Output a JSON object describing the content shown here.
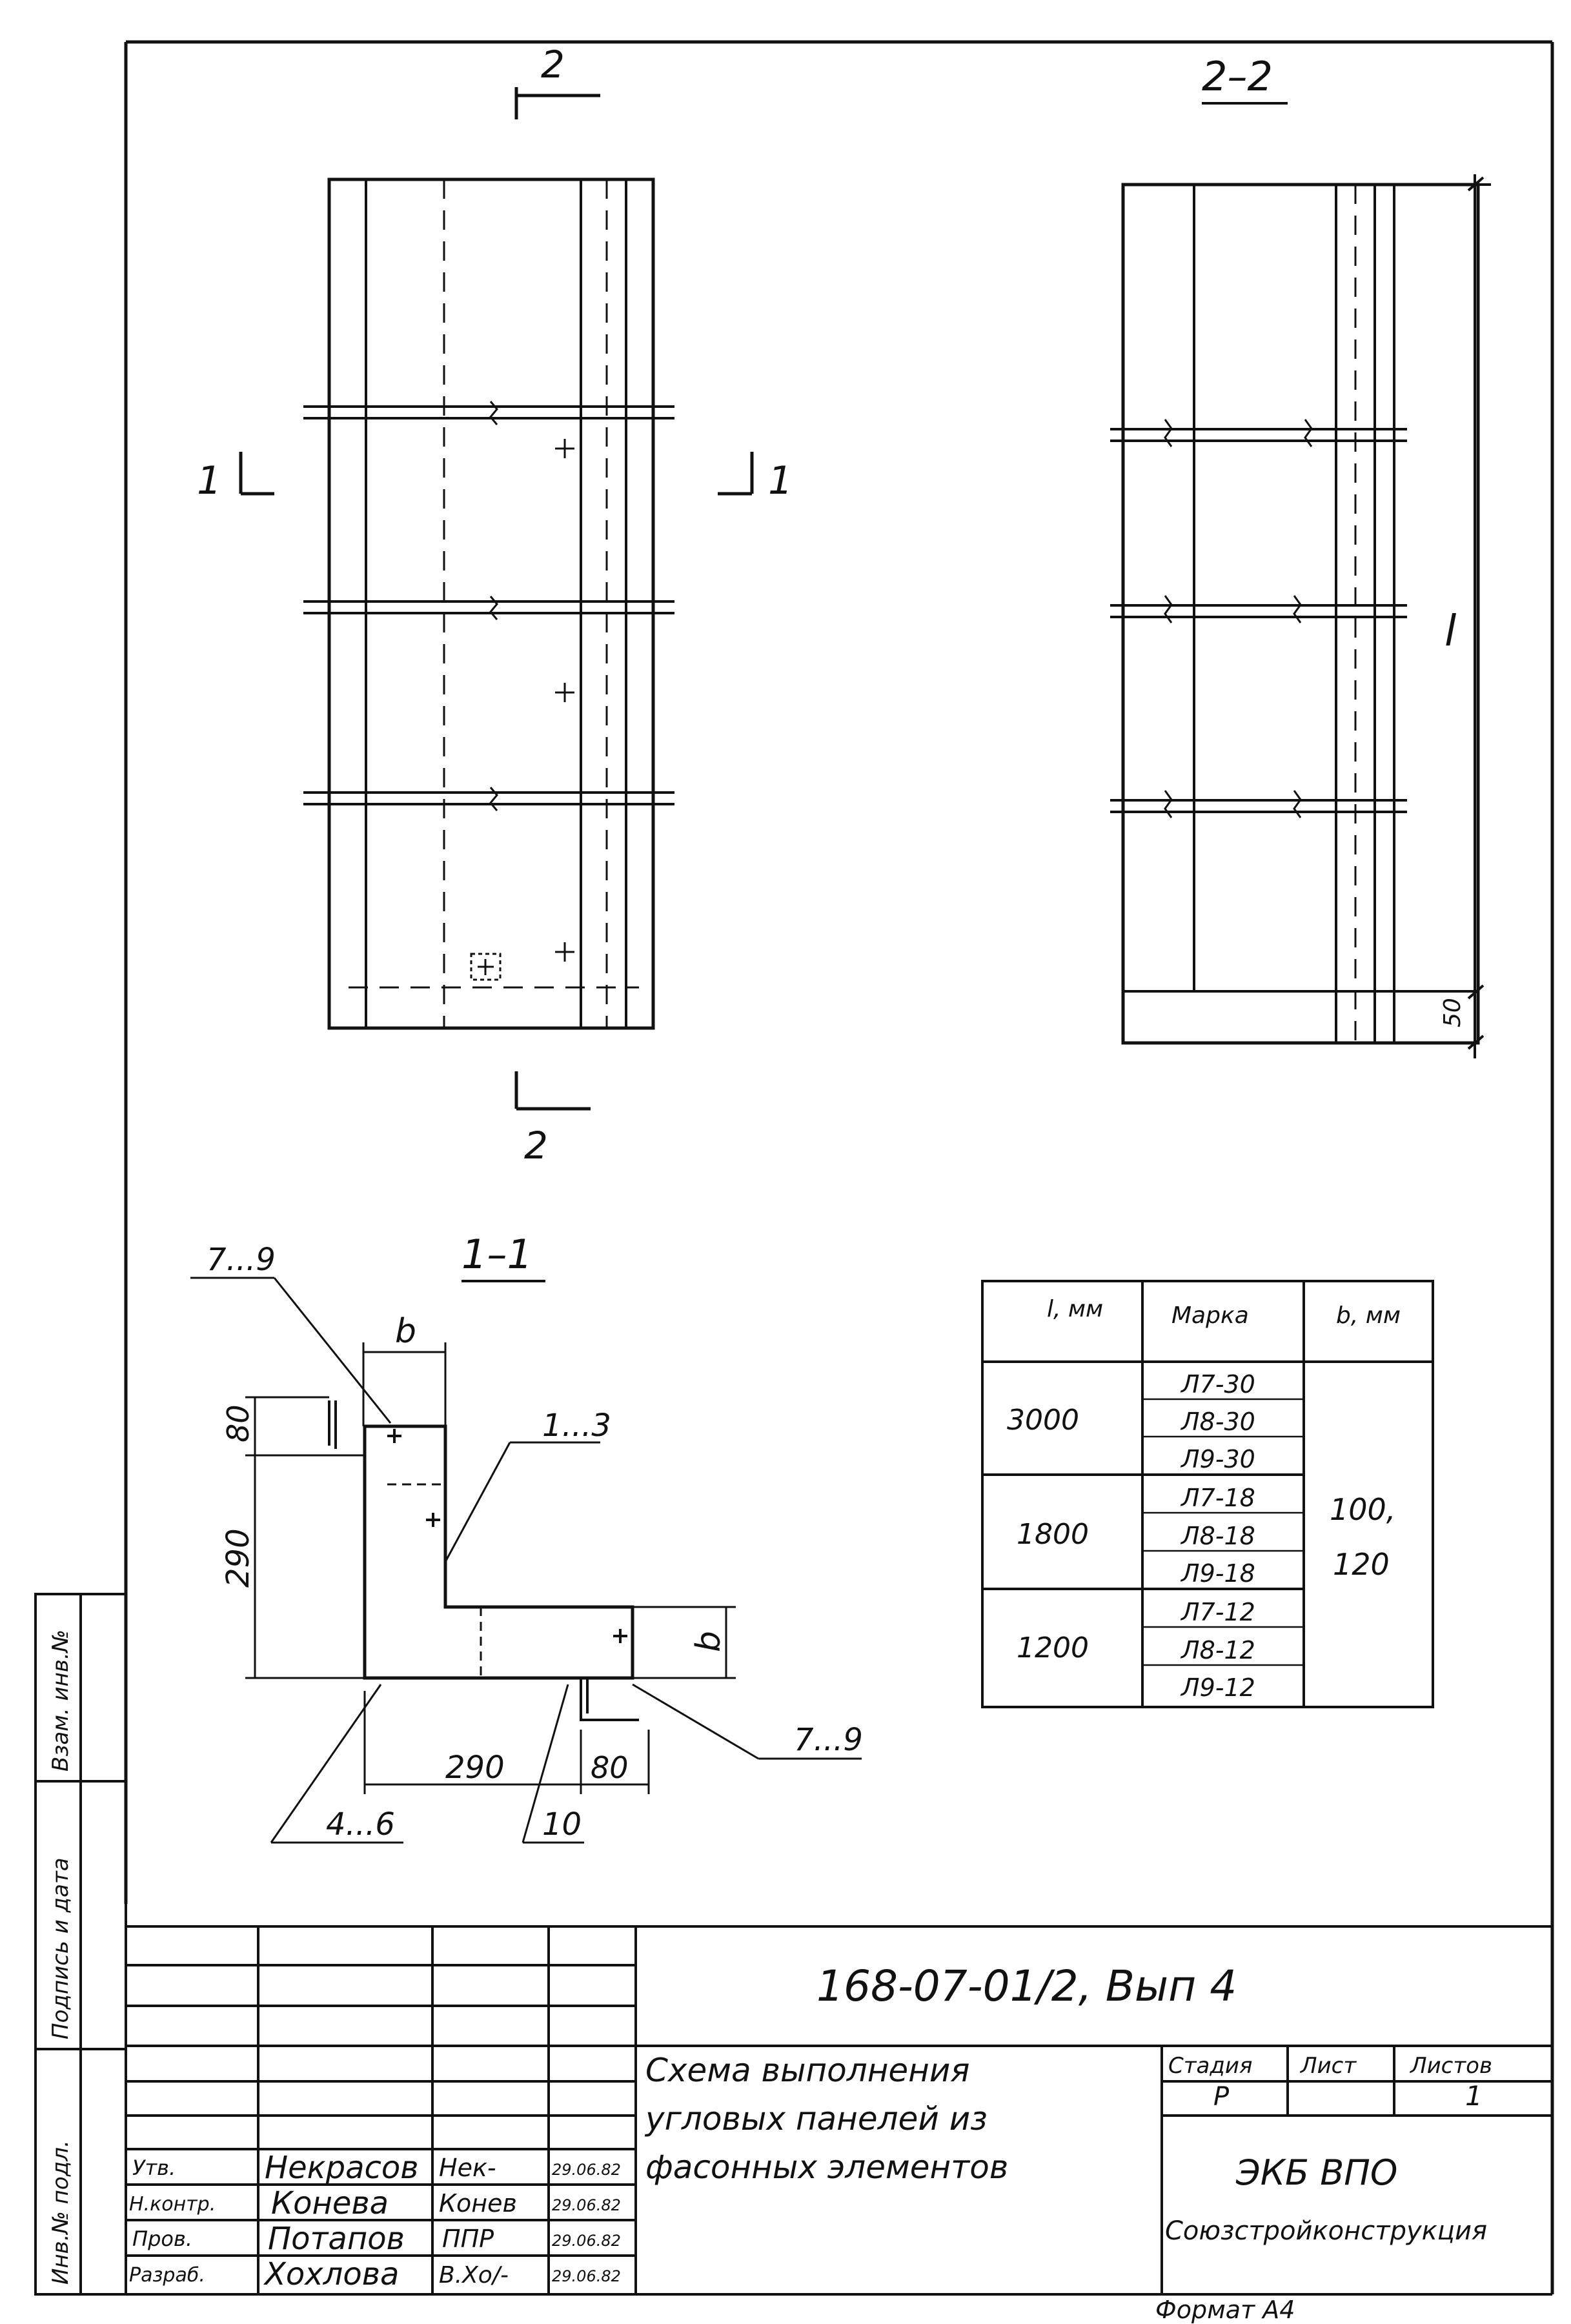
{
  "drawing": {
    "section_2_label": "2",
    "section_2_view_title": "2–2",
    "section_1_label": "1",
    "section_1_view_title": "1–1",
    "dim_50": "50",
    "dim_l": "l",
    "callouts": {
      "c79_top": "7...9",
      "c13": "1...3",
      "c79_right": "7...9",
      "c46": "4...6",
      "c10": "10"
    },
    "dims_1_1": {
      "b_top": "b",
      "v80": "80",
      "v290": "290",
      "b_right": "b",
      "h290": "290",
      "h80": "80"
    }
  },
  "spec_table": {
    "headers": [
      "l,\nмм",
      "Марка",
      "b,\nмм"
    ],
    "groups": [
      {
        "l": "3000",
        "marks": [
          "Л7-30",
          "Л8-30",
          "Л9-30"
        ]
      },
      {
        "l": "1800",
        "marks": [
          "Л7-18",
          "Л8-18",
          "Л9-18"
        ]
      },
      {
        "l": "1200",
        "marks": [
          "Л7-12",
          "Л8-12",
          "Л9-12"
        ]
      }
    ],
    "b_value_1": "100,",
    "b_value_2": "120"
  },
  "left_strip": {
    "vzam": "Взам. инв.№",
    "podpis": "Подпись и дата",
    "inv": "Инв.№ подл."
  },
  "title_block": {
    "doc_code": "168-07-01/2, Вып 4",
    "title_line1": "Схема выполнения",
    "title_line2": "угловых панелей из",
    "title_line3": "фасонных элементов",
    "stage_header": "Стадия",
    "sheet_header": "Лист",
    "sheets_header": "Листов",
    "stage_value": "Р",
    "sheet_value": "",
    "sheets_value": "1",
    "org1": "ЭКБ ВПО",
    "org2": "Союзстройконструкция",
    "format": "Формат А4",
    "people": [
      {
        "role": "Утв.",
        "name": "Некрасов",
        "sign": "Нек-",
        "date": "29.06.82"
      },
      {
        "role": "Н.контр.",
        "name": "Конева",
        "sign": "Конев",
        "date": "29.06.82"
      },
      {
        "role": "Пров.",
        "name": "Потапов",
        "sign": "ППР",
        "date": "29.06.82"
      },
      {
        "role": "Разраб.",
        "name": "Хохлова",
        "sign": "В.Хо/-",
        "date": "29.06.82"
      }
    ]
  }
}
